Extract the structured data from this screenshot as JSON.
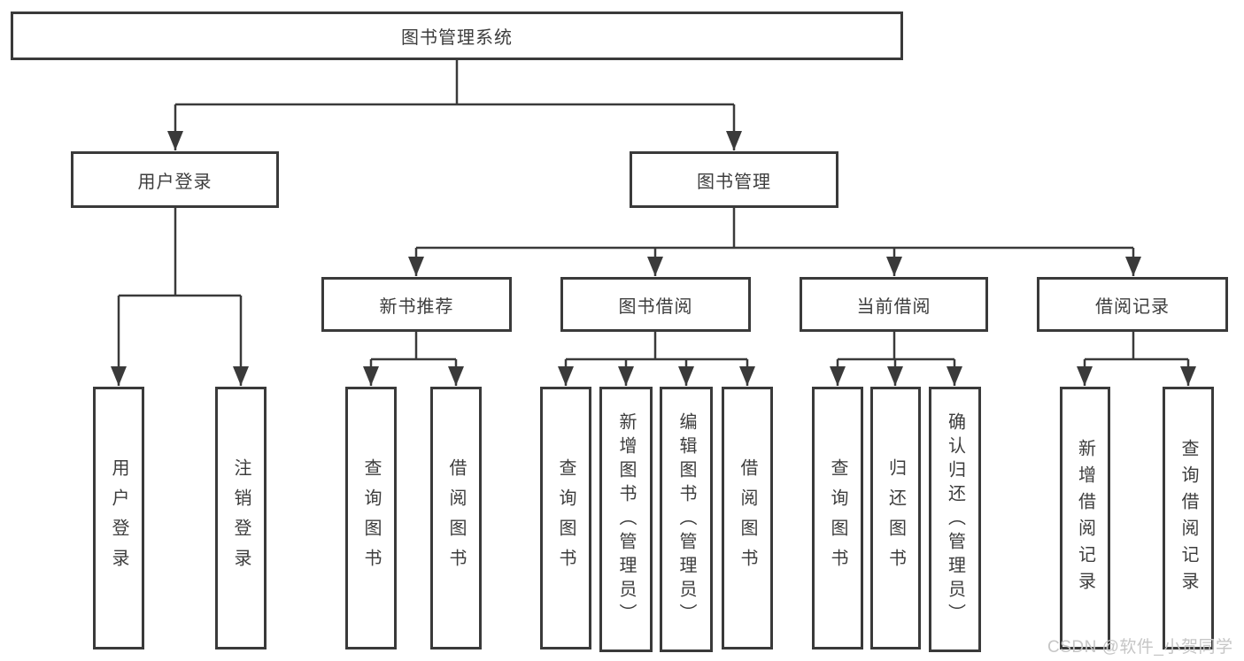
{
  "watermark": "CSDN @软件_小贺同学",
  "colors": {
    "line": "#3a3a3a",
    "box_border": "#3a3a3a",
    "text": "#3d3d3d",
    "watermark": "#c6c6c6",
    "background": "#ffffff"
  },
  "tree": {
    "label": "图书管理系统",
    "children": [
      {
        "label": "用户登录",
        "children": [
          {
            "label": "用户登录"
          },
          {
            "label": "注销登录"
          }
        ]
      },
      {
        "label": "图书管理",
        "children": [
          {
            "label": "新书推荐",
            "children": [
              {
                "label": "查询图书"
              },
              {
                "label": "借阅图书"
              }
            ]
          },
          {
            "label": "图书借阅",
            "children": [
              {
                "label": "查询图书"
              },
              {
                "label": "新增图书（管理员）"
              },
              {
                "label": "编辑图书（管理员）"
              },
              {
                "label": "借阅图书"
              }
            ]
          },
          {
            "label": "当前借阅",
            "children": [
              {
                "label": "查询图书"
              },
              {
                "label": "归还图书"
              },
              {
                "label": "确认归还（管理员）"
              }
            ]
          },
          {
            "label": "借阅记录",
            "children": [
              {
                "label": "新增借阅记录"
              },
              {
                "label": "查询借阅记录"
              }
            ]
          }
        ]
      }
    ]
  }
}
